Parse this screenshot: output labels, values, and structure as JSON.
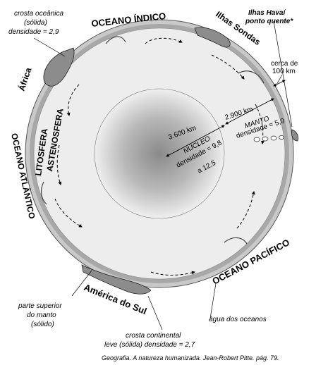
{
  "labels": {
    "oceano_indico": "OCEANO ÍNDICO",
    "ilhas_havai": "Ilhas Havaí",
    "ponto_quente": "ponto quente*",
    "ilhas_sondas": "Ilhas Sondas",
    "crosta_oceanica": "crosta oceânica",
    "solida": "(sólida)",
    "densidade_29": "densidade = 2,9",
    "africa": "África",
    "cerca_de": "cerca de",
    "cem_km": "100 km",
    "dist_2900": "2.900 km",
    "manto": "MANTO",
    "densidade_50": "densidade = 5,0",
    "dist_3600": "3.600 km",
    "nucleo": "NÚCLEO",
    "densidade_98": "densidade = 9,8",
    "a_125": "a 12,5",
    "astenosfera": "ASTENOSFERA",
    "litosfera": "LITOSFERA",
    "oceano_atlantico": "OCEANO ATLÂNTICO",
    "oceano_pacifico": "OCEANO PACÍFICO",
    "america_do_sul": "América do Sul",
    "parte_superior": "parte superior",
    "do_manto": "do manto",
    "solido": "(sólido)",
    "agua_dos_oceanos": "água dos oceanos",
    "crosta_continental": "crosta continental",
    "leve_solida": "leve (sólida) densidade = 2,7",
    "source": "Geografia. A natureza humanizada. Jean-Robert Pitte. pág. 79."
  },
  "colors": {
    "outer_shell": "#c8c8c8",
    "water": "#a9a9a9",
    "mantle": "#ececec",
    "core_center": "#8a8a8a",
    "core_edge": "#f0f0f0",
    "continent": "#8c8c8c"
  }
}
